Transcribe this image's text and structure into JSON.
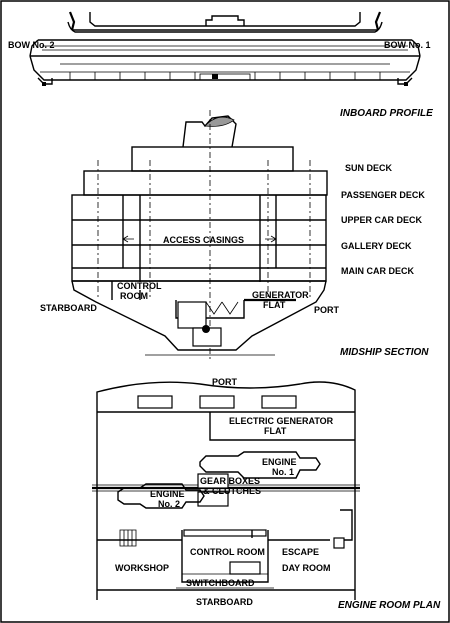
{
  "inboard_profile": {
    "bow_left": "BOW No. 2",
    "bow_right": "BOW No. 1",
    "caption": "INBOARD PROFILE"
  },
  "midship_section": {
    "decks": [
      "SUN DECK",
      "PASSENGER DECK",
      "UPPER CAR DECK",
      "GALLERY DECK",
      "MAIN CAR DECK"
    ],
    "access_casings": "ACCESS CASINGS",
    "control_room": [
      "CONTROL",
      "ROOM"
    ],
    "generator_flat": [
      "GENERATOR",
      "FLAT"
    ],
    "starboard": "STARBOARD",
    "port": "PORT",
    "caption": "MIDSHIP SECTION"
  },
  "engine_room_plan": {
    "port": "PORT",
    "electric_generator_flat": [
      "ELECTRIC GENERATOR",
      "FLAT"
    ],
    "engine_1": [
      "ENGINE",
      "No. 1"
    ],
    "engine_2": [
      "ENGINE",
      "No. 2"
    ],
    "gear_boxes": [
      "GEAR BOXES",
      "& CLUTCHES"
    ],
    "control_room": "CONTROL ROOM",
    "escape": "ESCAPE",
    "day_room": "DAY ROOM",
    "workshop": "WORKSHOP",
    "switchboard": "SWITCHBOARD",
    "starboard": "STARBOARD",
    "caption": "ENGINE ROOM  PLAN"
  }
}
